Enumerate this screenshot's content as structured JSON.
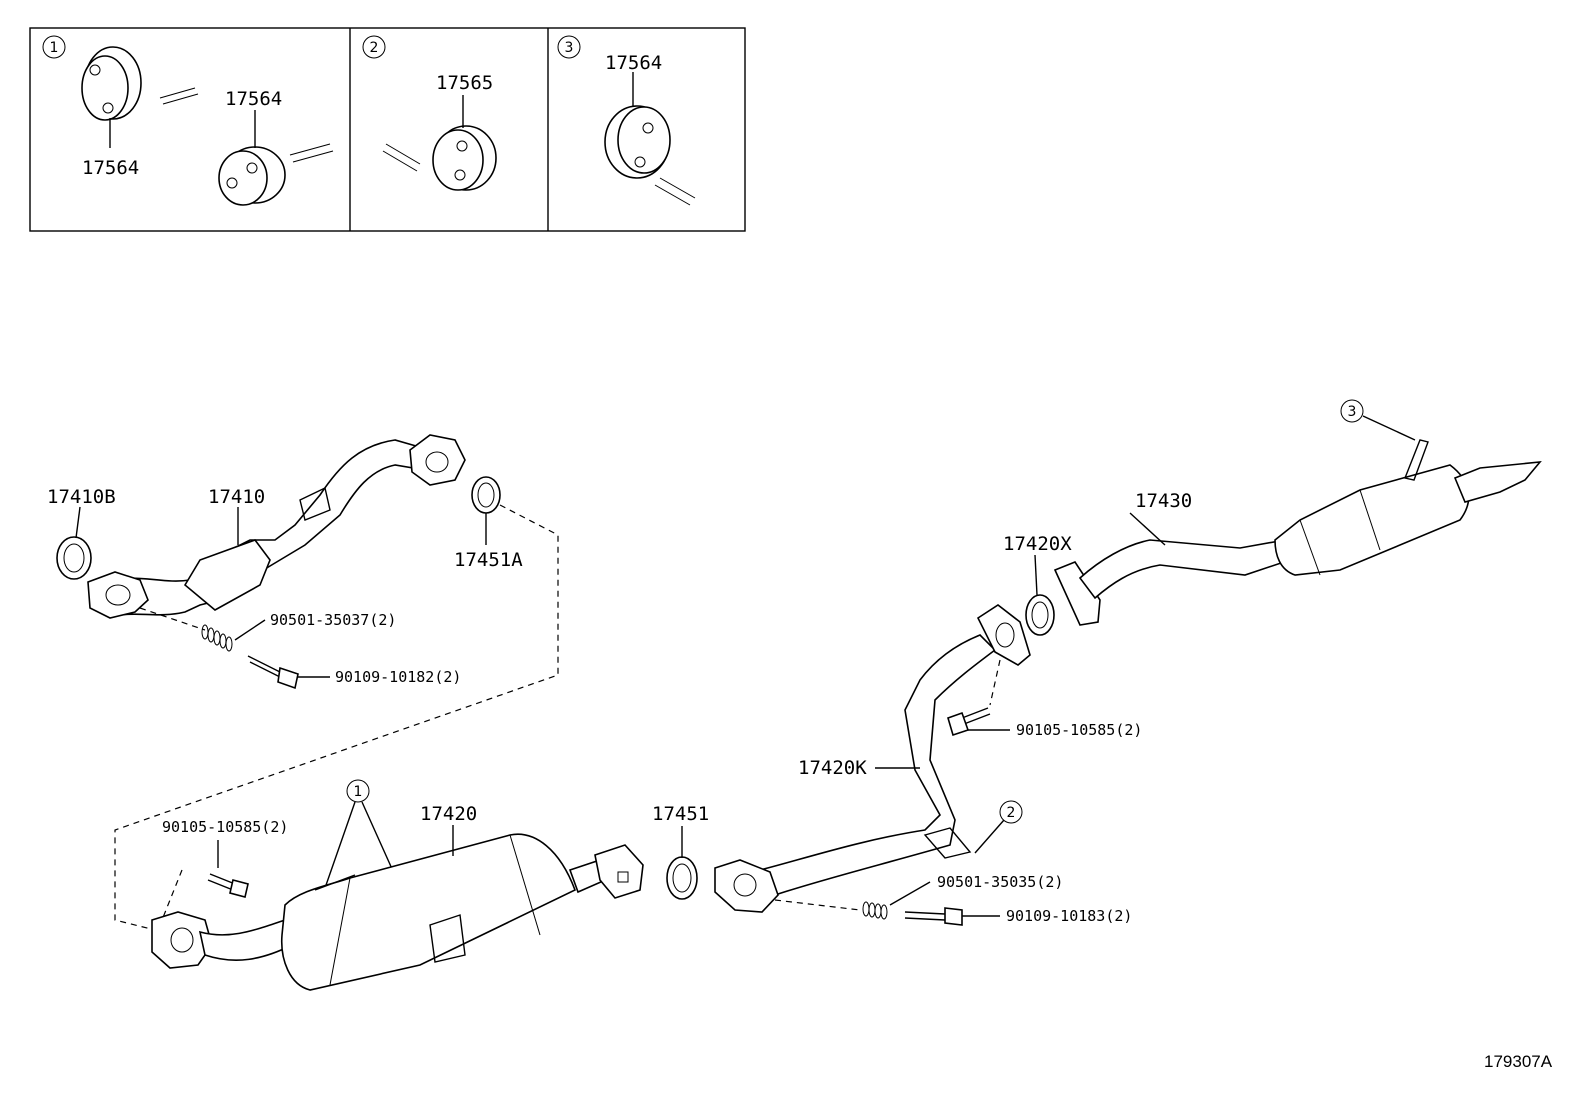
{
  "inset": {
    "panels": [
      {
        "number": "1",
        "labels": [
          "17564",
          "17564"
        ]
      },
      {
        "number": "2",
        "labels": [
          "17565"
        ]
      },
      {
        "number": "3",
        "labels": [
          "17564"
        ]
      }
    ]
  },
  "parts": {
    "p17410B": "17410B",
    "p17410": "17410",
    "p17451A": "17451A",
    "p90501_35037": "90501-35037(2)",
    "p90109_10182": "90109-10182(2)",
    "p90105_10585_left": "90105-10585(2)",
    "p17420": "17420",
    "p17451": "17451",
    "p17420K": "17420K",
    "p17420X": "17420X",
    "p17430": "17430",
    "p90105_10585_right": "90105-10585(2)",
    "p90501_35035": "90501-35035(2)",
    "p90109_10183": "90109-10183(2)"
  },
  "callouts": {
    "c1": "1",
    "c2": "2",
    "c3": "3"
  },
  "figure_id": "179307A"
}
